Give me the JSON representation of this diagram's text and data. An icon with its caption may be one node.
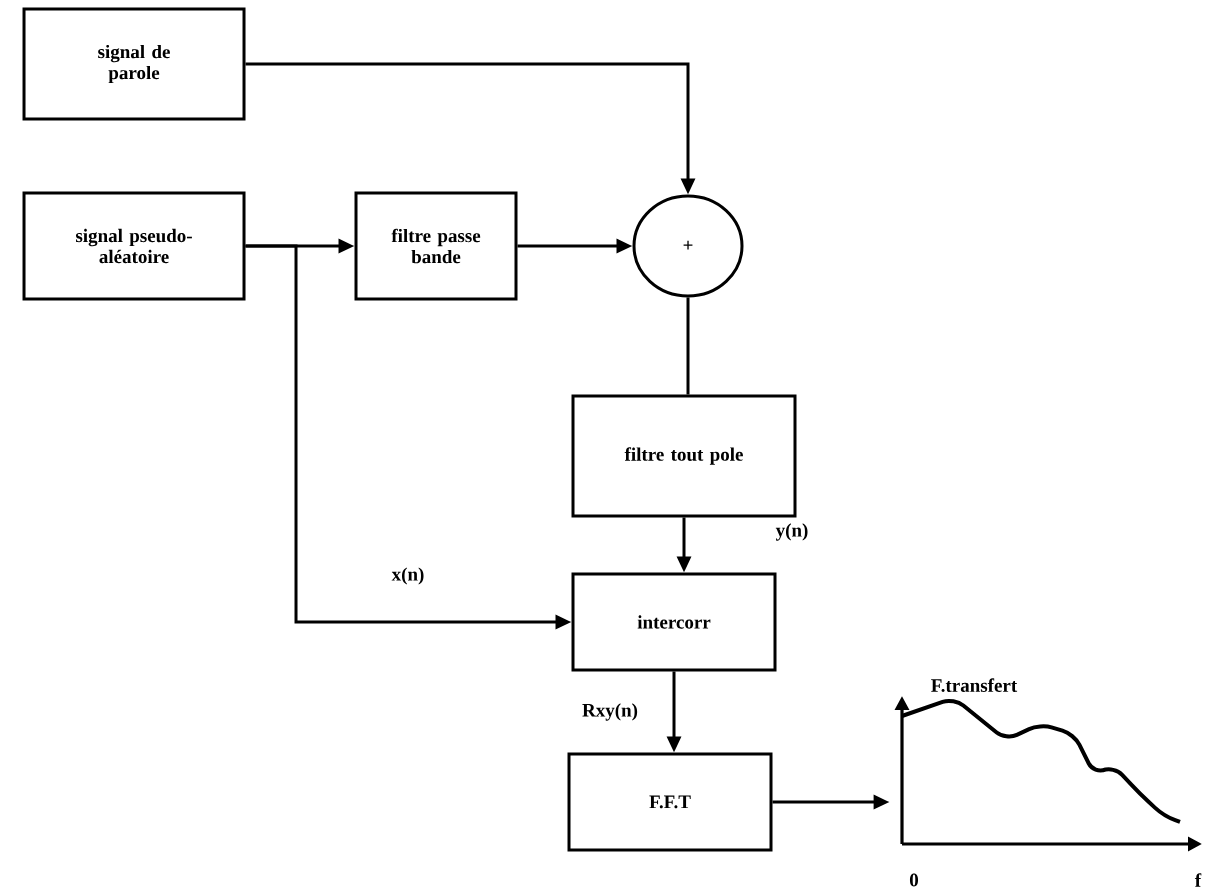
{
  "diagram": {
    "nodes": [
      {
        "text": [
          "signal de parole"
        ]
      },
      {
        "text": [
          "signal pseudo-aléatoire"
        ]
      },
      {
        "text": [
          "filtre passe bande"
        ]
      },
      {
        "text": [
          "+"
        ]
      },
      {
        "text": [
          "filtre tout pole"
        ]
      },
      {
        "text": [
          "intercorr"
        ]
      },
      {
        "text": [
          "F.F.T"
        ]
      },
      {
        "text": [
          "F.transfert"
        ]
      }
    ],
    "edges": [
      {
        "from": 0,
        "to": 3,
        "arrow": "to"
      },
      {
        "from": 1,
        "to": 2,
        "arrow": "to"
      },
      {
        "from": 2,
        "to": 3,
        "arrow": "to"
      },
      {
        "from": 3,
        "to": 4,
        "arrow": "none"
      },
      {
        "from": 4,
        "to": 5,
        "arrow": "to",
        "label": "y(n)"
      },
      {
        "from": 1,
        "to": 5,
        "arrow": "to",
        "label": "x(n)"
      },
      {
        "from": 5,
        "to": 6,
        "arrow": "to",
        "label": "Rxy(n)"
      },
      {
        "from": 6,
        "to": 7,
        "arrow": "to"
      }
    ],
    "labels": [
      "0",
      "f"
    ]
  }
}
